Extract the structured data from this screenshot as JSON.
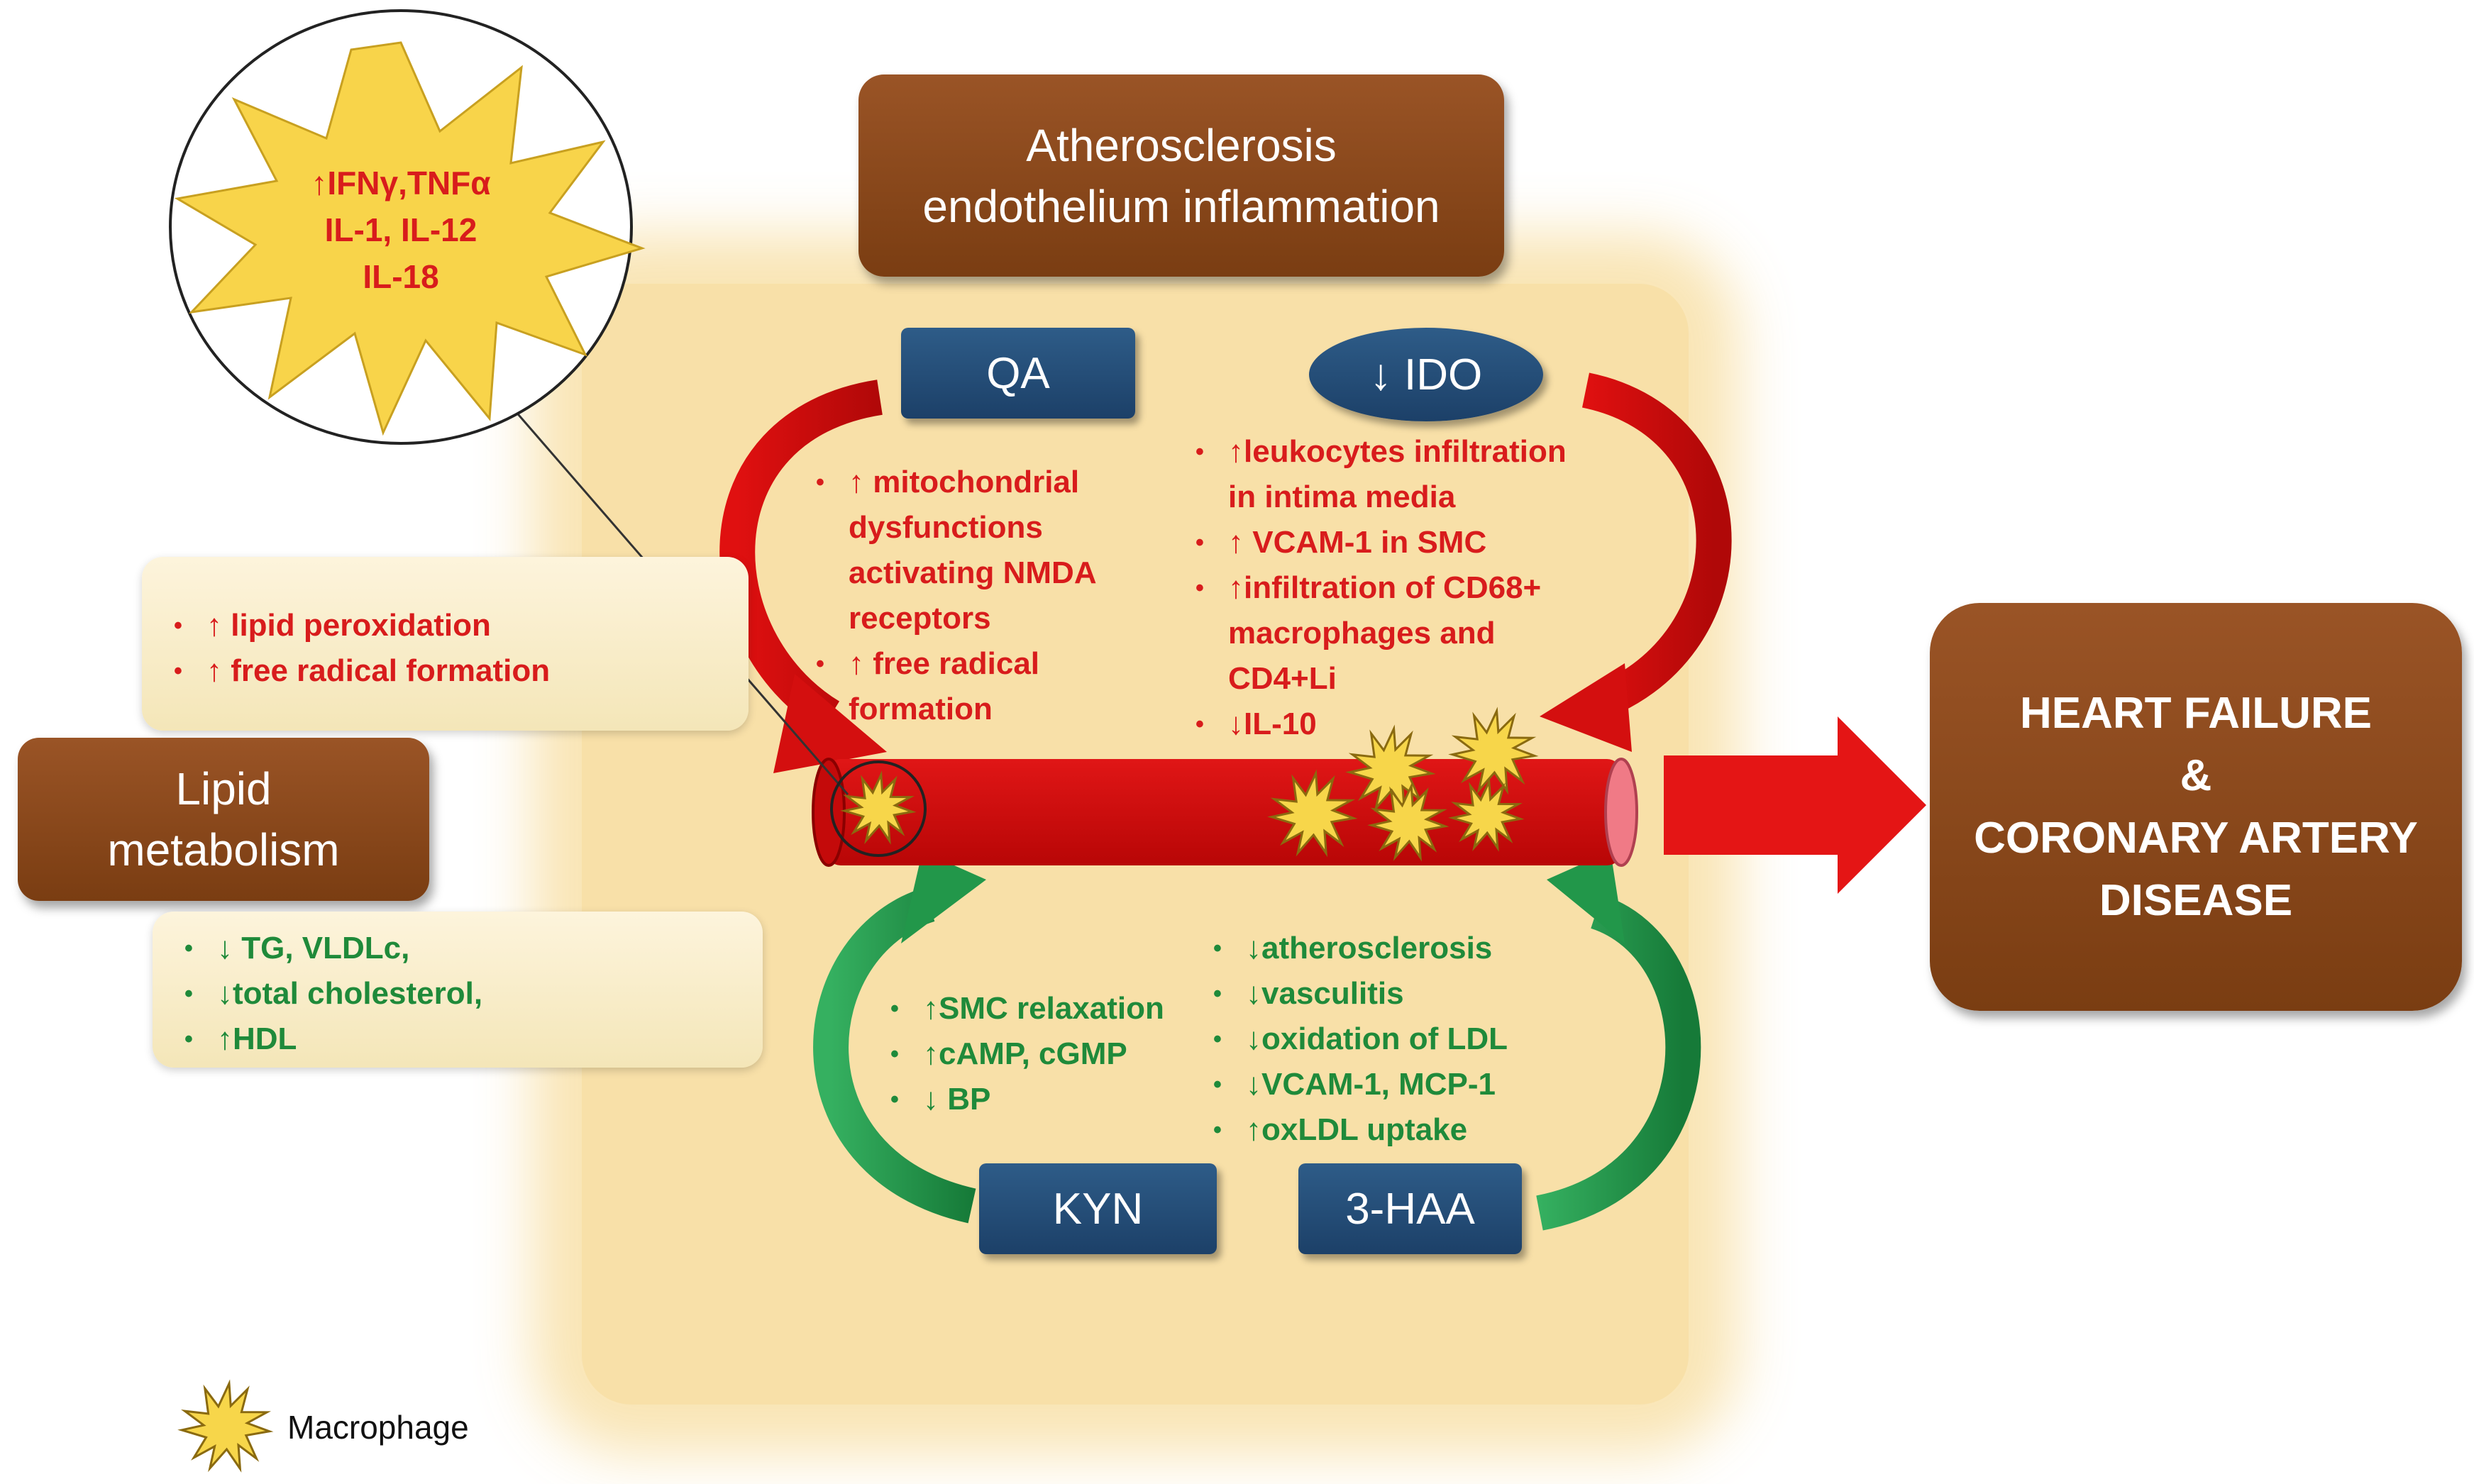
{
  "title_box": {
    "line1": "Atherosclerosis",
    "line2": "endothelium inflammation"
  },
  "cytokines": {
    "line1": "↑IFNγ,TNFα",
    "line2": "IL-1, IL-12",
    "line3": "IL-18"
  },
  "metabolites": {
    "qa": "QA",
    "ido": "↓ IDO",
    "kyn": "KYN",
    "haa": "3-HAA"
  },
  "qa_effects": [
    {
      "lines": [
        "↑ mitochondrial",
        "dysfunctions",
        "activating NMDA",
        "receptors"
      ]
    },
    {
      "lines": [
        "↑ free radical",
        "formation"
      ]
    }
  ],
  "ido_effects": [
    {
      "lines": [
        "↑leukocytes infiltration",
        "in intima media"
      ]
    },
    {
      "lines": [
        "↑ VCAM-1 in SMC"
      ]
    },
    {
      "lines": [
        "↑infiltration of CD68+",
        "macrophages  and",
        "CD4+Li"
      ]
    },
    {
      "lines": [
        "↓IL-10"
      ]
    }
  ],
  "kyn_effects": [
    "↑SMC relaxation",
    "↑cAMP, cGMP",
    "↓ BP"
  ],
  "haa_effects": [
    "↓atherosclerosis",
    "↓vasculitis",
    "↓oxidation of LDL",
    "↓VCAM-1, MCP-1",
    "↑oxLDL uptake"
  ],
  "lipid": {
    "label_line1": "Lipid",
    "label_line2": "metabolism",
    "red_effects": [
      "↑  lipid peroxidation",
      "↑  free radical formation"
    ],
    "green_effects": [
      "↓ TG, VLDLc,",
      "↓total cholesterol,",
      "↑HDL"
    ]
  },
  "outcome": {
    "line1": "HEART FAILURE",
    "line2": "&",
    "line3": "CORONARY ARTERY",
    "line4": "DISEASE"
  },
  "legend": {
    "macrophage": "Macrophage"
  },
  "colors": {
    "brown_box": "#8a4a1c",
    "blue_box": "#24507a",
    "panel": "#f8e0a8",
    "vessel": "#cc0a0a",
    "inhibit_text": "#d81c1c",
    "protect_text": "#1f8a3a",
    "macrophage": "#f7d64a"
  }
}
